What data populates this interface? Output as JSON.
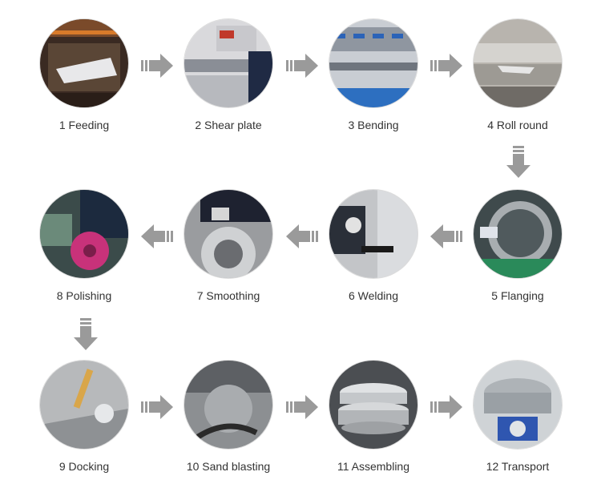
{
  "process": {
    "steps": [
      {
        "label": "1 Feeding",
        "icon": "metal-sheet-feeding-photo"
      },
      {
        "label": "2 Shear plate",
        "icon": "shearing-machine-photo"
      },
      {
        "label": "3 Bending",
        "icon": "press-brake-photo"
      },
      {
        "label": "4 Roll round",
        "icon": "rolling-cylinder-photo"
      },
      {
        "label": "5 Flanging",
        "icon": "flanging-ring-photo"
      },
      {
        "label": "6 Welding",
        "icon": "welding-photo"
      },
      {
        "label": "7 Smoothing",
        "icon": "smoothing-photo"
      },
      {
        "label": "8 Polishing",
        "icon": "polishing-wheel-photo"
      },
      {
        "label": "9 Docking",
        "icon": "docking-photo"
      },
      {
        "label": "10 Sand blasting",
        "icon": "sand-blasting-photo"
      },
      {
        "label": "11 Assembling",
        "icon": "assembled-sieve-photo"
      },
      {
        "label": "12 Transport",
        "icon": "packed-machine-photo"
      }
    ],
    "arrow_color": "#9a9a9a"
  }
}
